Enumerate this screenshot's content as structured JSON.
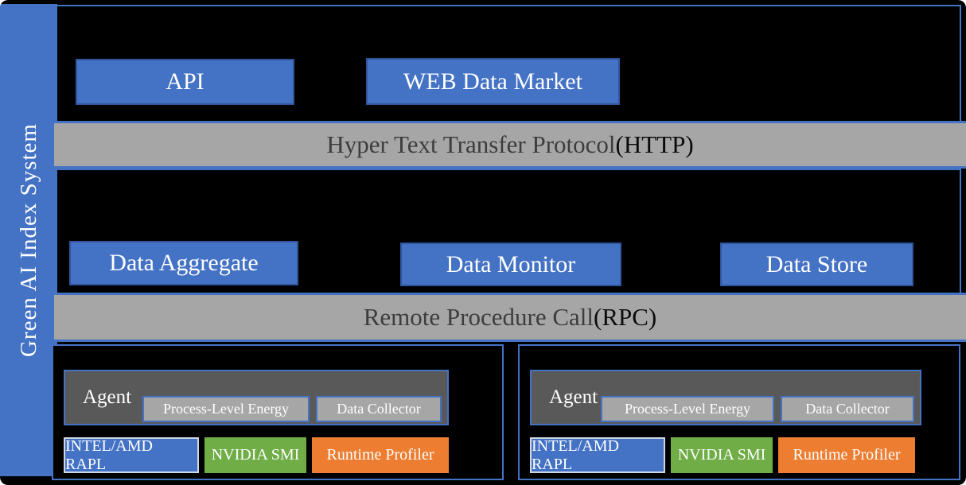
{
  "sidebar": {
    "title": "Green AI Index System"
  },
  "app_layer": {
    "buttons": [
      {
        "label": "API"
      },
      {
        "label": "WEB Data Market"
      }
    ]
  },
  "http_bar": {
    "text": "Hyper Text Transfer Protocol ",
    "abbrev": "(HTTP)"
  },
  "service_layer": {
    "buttons": [
      {
        "label": "Data Aggregate"
      },
      {
        "label": "Data Monitor"
      },
      {
        "label": "Data Store"
      }
    ]
  },
  "rpc_bar": {
    "text": "Remote Procedure Call ",
    "abbrev": "(RPC)"
  },
  "agents": [
    {
      "title": "Agent",
      "modules": [
        {
          "label": "Process-Level Energy"
        },
        {
          "label": "Data Collector"
        }
      ],
      "tools": [
        {
          "label": "INTEL/AMD RAPL",
          "color": "#4472C4"
        },
        {
          "label": "NVIDIA SMI",
          "color": "#70AD47"
        },
        {
          "label": "Runtime Profiler",
          "color": "#ED7D31"
        }
      ]
    },
    {
      "title": "Agent",
      "modules": [
        {
          "label": "Process-Level Energy"
        },
        {
          "label": "Data Collector"
        }
      ],
      "tools": [
        {
          "label": "INTEL/AMD RAPL",
          "color": "#4472C4"
        },
        {
          "label": "NVIDIA SMI",
          "color": "#70AD47"
        },
        {
          "label": "Runtime Profiler",
          "color": "#ED7D31"
        }
      ]
    }
  ],
  "colors": {
    "accent_blue": "#4472C4",
    "button_border_blue": "#31559c",
    "bar_gray": "#A6A6A6",
    "agent_gray": "#595959",
    "green": "#70AD47",
    "orange": "#ED7D31",
    "background": "#000000",
    "bar_text_gray": "#3d3d3d"
  }
}
